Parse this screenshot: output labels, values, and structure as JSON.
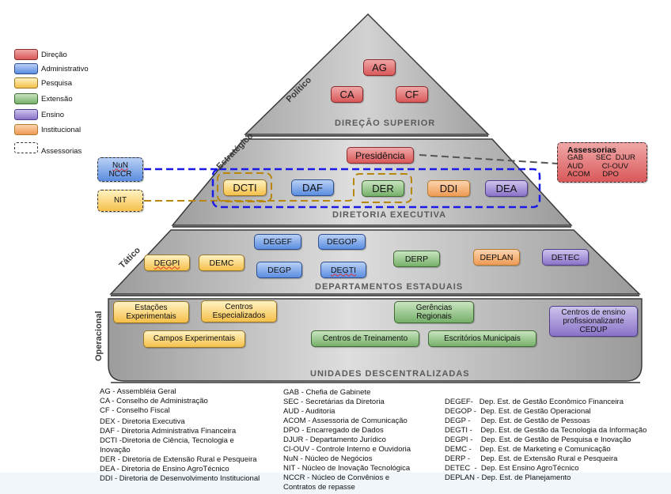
{
  "legend": [
    {
      "label": "Direção",
      "color": "#d9585a"
    },
    {
      "label": "Administrativo",
      "color": "#5b8de0"
    },
    {
      "label": "Pesquisa",
      "color": "#f5c04a"
    },
    {
      "label": "Extensão",
      "color": "#76b06a"
    },
    {
      "label": "Ensino",
      "color": "#8a73c8"
    },
    {
      "label": "Institucional",
      "color": "#ee9a55"
    },
    {
      "label": "Assessorias",
      "style": "dashed"
    }
  ],
  "levels": {
    "politico": "Político",
    "estrategico": "Estratégico",
    "tatico": "Tático",
    "operacional": "Operacional"
  },
  "tiers": {
    "direcao_superior": {
      "title": "DIREÇÃO  SUPERIOR",
      "boxes": [
        "AG",
        "CA",
        "CF"
      ]
    },
    "diretoria_executiva": {
      "title": "DIRETORIA  EXECUTIVA",
      "presidencia": "Presidência",
      "boxes": [
        "DCTI",
        "DAF",
        "DER",
        "DDI",
        "DEA"
      ]
    },
    "departamentos": {
      "title": "DEPARTAMENTOS  ESTADUAIS",
      "boxes": [
        "DEGEF",
        "DEGOP",
        "DEGPI",
        "DEMC",
        "DEGP",
        "DEGTI",
        "DERP",
        "DEPLAN",
        "DETEC"
      ]
    },
    "unidades": {
      "title": "UNIDADES  DESCENTRALIZADAS",
      "boxes": [
        "Estações Experimentais",
        "Centros Especializados",
        "Campos Experimentais",
        "Gerências Regionais",
        "Centros de Treinamento",
        "Escritórios Municipais",
        "Centros de ensino profissionalizante CEDUP"
      ]
    }
  },
  "side_boxes": {
    "nun_nccr": [
      "NuN",
      "NCCR"
    ],
    "nit": "NIT"
  },
  "assessorias": {
    "title": "Assessorias",
    "rows": [
      "GAB      SEC  DJUR",
      "AUD         CI-OUV",
      "ACOM      DPO"
    ]
  },
  "accent_colors": {
    "blue_group_line": "#1a1ae6",
    "gold_group_line": "#b8860b",
    "assessoria_line": "#555555"
  },
  "glossary": {
    "col1": [
      "AG -   Assembléia Geral",
      "CA -   Conselho de Administração",
      "CF -   Conselho Fiscal",
      "DEX - Diretoria Executiva",
      "DAF - Diretoria Administrativa Financeira",
      "DCTI -Diretoria de Ciência, Tecnologia e",
      "Inovação",
      "DER - Diretoria de Extensão Rural e Pesqueira",
      "DEA - Diretoria de Ensino AgroTécnico",
      "DDI -  Diretoria de Desenvolvimento Institucional"
    ],
    "col2": [
      "GAB - Chefia de Gabinete",
      "SEC - Secretárias da Diretoria",
      "AUD - Auditoria",
      "ACOM - Assessoria de Comunicação",
      "DPO - Encarregado de Dados",
      "DJUR - Departamento Jurídico",
      "CI-OUV - Controle Interno e Ouvidoria",
      "NuN - Núcleo de Negócios",
      "NIT - Núcleo de Inovação Tecnológica",
      "NCCR - Núcleo de Convênios e",
      "Contratos de repasse"
    ],
    "col3": [
      "DEGEF-   Dep. Est. de Gestão Econômico Financeira",
      "DEGOP -  Dep. Est. de Gestão Operacional",
      "DEGP -     Dep. Est. de Gestão de Pessoas",
      "DEGTI -    Dep. Est. de Gestão da Tecnologia da Informação",
      "DEGPI -    Dep. Est. de Gestão de Pesquisa e Inovação",
      "DEMC -    Dep. Est. de Marketing e Comunicação",
      "DERP -     Dep. Est. de Extensão Rural e Pesqueira",
      "DETEC  -  Dep. Est Ensino AgroTécnico",
      "DEPLAN - Dep. Est. de Planejamento"
    ]
  }
}
